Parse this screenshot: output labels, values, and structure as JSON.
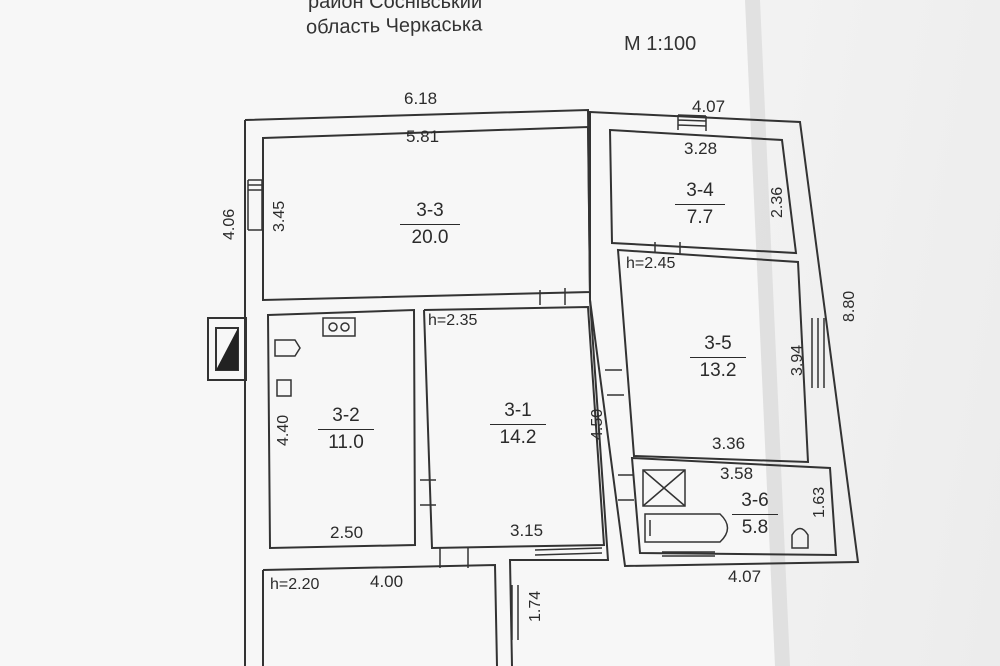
{
  "header": {
    "district": "район Соснівський",
    "region": "область Черкаська",
    "scale": "М 1:100"
  },
  "rooms": [
    {
      "id": "3-3",
      "area": "20.0"
    },
    {
      "id": "3-4",
      "area": "7.7"
    },
    {
      "id": "3-5",
      "area": "13.2"
    },
    {
      "id": "3-2",
      "area": "11.0"
    },
    {
      "id": "3-1",
      "area": "14.2"
    },
    {
      "id": "3-6",
      "area": "5.8"
    }
  ],
  "dimensions": {
    "top_outer": "6.18",
    "top_inner": "5.81",
    "right_top_outer": "4.07",
    "room34_width": "3.28",
    "room34_height": "2.36",
    "left_outer": "4.06",
    "room33_height": "3.45",
    "right_outer": "8.80",
    "room35_height": "3.94",
    "room35_width": "3.36",
    "room36_width": "3.58",
    "room36_height": "1.63",
    "bottom_right_outer": "4.07",
    "room32_height": "4.40",
    "room32_width": "2.50",
    "room31_height": "4.50",
    "room31_width": "3.15",
    "lower_width": "4.00",
    "lower_height": "1.74"
  },
  "heights": {
    "room31": "h=2.35",
    "room35": "h=2.45",
    "lower": "h=2.20"
  }
}
